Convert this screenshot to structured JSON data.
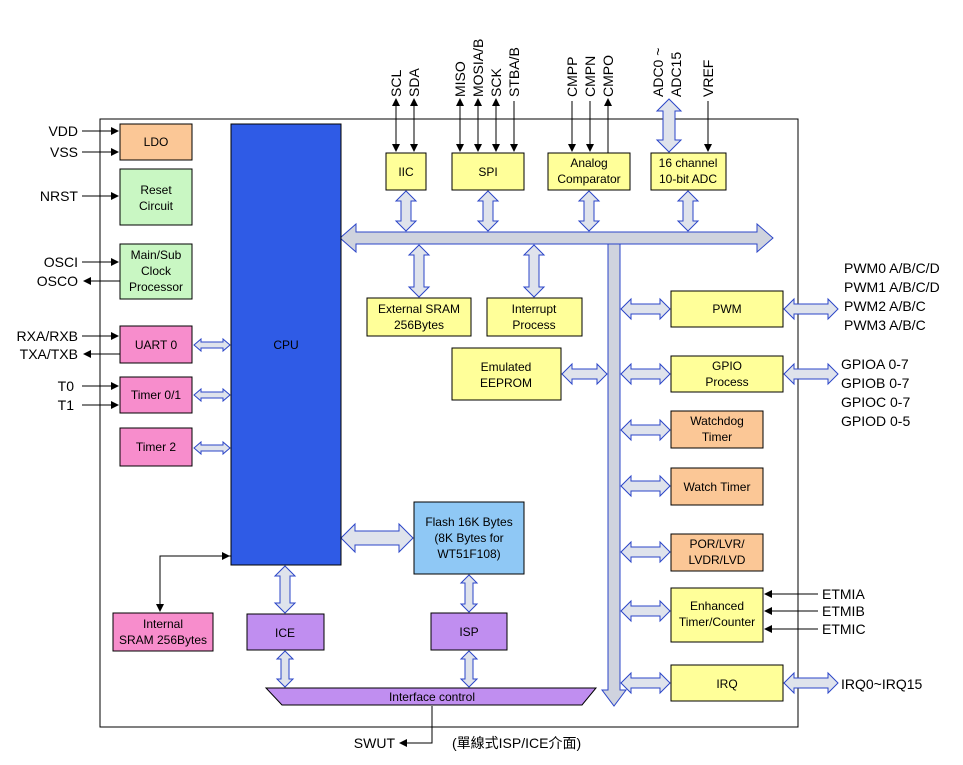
{
  "blocks": {
    "ldo": "LDO",
    "reset": [
      "Reset",
      "Circuit"
    ],
    "clock": [
      "Main/Sub",
      "Clock",
      "Processor"
    ],
    "uart": "UART 0",
    "timer01": "Timer 0/1",
    "timer2": "Timer 2",
    "sram_internal": [
      "Internal",
      "SRAM 256Bytes"
    ],
    "cpu": "CPU",
    "ice": "ICE",
    "isp": "ISP",
    "flash": [
      "Flash 16K Bytes",
      "(8K Bytes for",
      "WT51F108)"
    ],
    "interface": "Interface control",
    "iic": "IIC",
    "spi": "SPI",
    "comparator": [
      "Analog",
      "Comparator"
    ],
    "adc": [
      "16 channel",
      "10-bit ADC"
    ],
    "ext_sram": [
      "External SRAM",
      "256Bytes"
    ],
    "interrupt": [
      "Interrupt",
      "Process"
    ],
    "eeprom": [
      "Emulated",
      "EEPROM"
    ],
    "pwm": "PWM",
    "gpio": [
      "GPIO",
      "Process"
    ],
    "watchdog": [
      "Watchdog",
      "Timer"
    ],
    "watch_timer": "Watch Timer",
    "por": [
      "POR/LVR/",
      "LVDR/LVD"
    ],
    "enh_timer": [
      "Enhanced",
      "Timer/Counter"
    ],
    "irq": "IRQ"
  },
  "pins_left": {
    "vdd": "VDD",
    "vss": "VSS",
    "nrst": "NRST",
    "osci": "OSCI",
    "osco": "OSCO",
    "rxa": "RXA/RXB",
    "txa": "TXA/TXB",
    "t0": "T0",
    "t1": "T1"
  },
  "pins_top": {
    "scl": "SCL",
    "sda": "SDA",
    "miso": "MISO",
    "mosi": "MOSIA/B",
    "sck": "SCK",
    "stba": "STBA/B",
    "cmpp": "CMPP",
    "cmpn": "CMPN",
    "cmpo": "CMPO",
    "adc0": "ADC0 ~",
    "adc15": "ADC15",
    "vref": "VREF"
  },
  "pins_right": {
    "pwm": [
      "PWM0 A/B/C/D",
      "PWM1 A/B/C/D",
      "PWM2 A/B/C",
      "PWM3 A/B/C"
    ],
    "gpio": [
      "GPIOA 0-7",
      "GPIOB 0-7",
      "GPIOC 0-7",
      "GPIOD 0-5"
    ],
    "etmia": "ETMIA",
    "etmib": "ETMIB",
    "etmic": "ETMIC",
    "irq": "IRQ0~IRQ15"
  },
  "pins_bottom": {
    "swut": "SWUT",
    "note": "(單線式ISP/ICE介面)"
  },
  "colors": {
    "orange": "#fbc796",
    "green": "#c9f7c3",
    "pink": "#f78dcc",
    "cpu": "#2f5be6",
    "yellow": "#ffff99",
    "purple": "#c08ef0",
    "flash": "#8fc8f5",
    "bus_fill": "#cfd3de",
    "bus_stroke": "#2b45c8"
  }
}
